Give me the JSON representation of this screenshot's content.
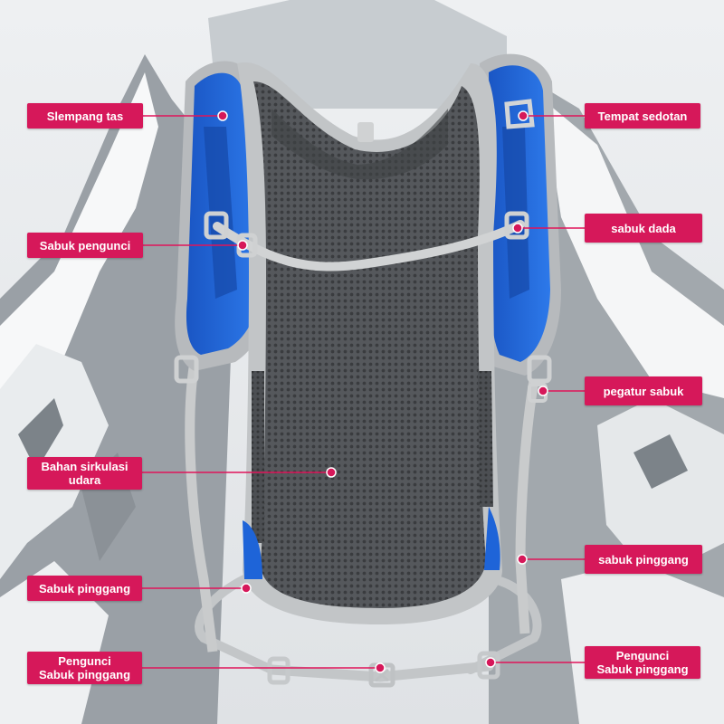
{
  "colors": {
    "label_bg": "#d6185a",
    "accent_blue": "#1e64d8",
    "mesh_gray": "#5a5d61",
    "strap_gray": "#c9cbcc"
  },
  "labels": {
    "shoulder_strap": "Slempang tas",
    "lock_strap": "Sabuk pengunci",
    "breathable_material": [
      "Bahan sirkulasi",
      "udara"
    ],
    "waist_belt_left": "Sabuk pinggang",
    "waist_buckle_left": [
      "Pengunci",
      "Sabuk pinggang"
    ],
    "straw_holder": "Tempat sedotan",
    "chest_strap": "sabuk dada",
    "strap_adjuster": "pegatur sabuk",
    "waist_belt_right": "sabuk pinggang",
    "waist_buckle_right": [
      "Pengunci",
      "Sabuk pinggang"
    ]
  }
}
